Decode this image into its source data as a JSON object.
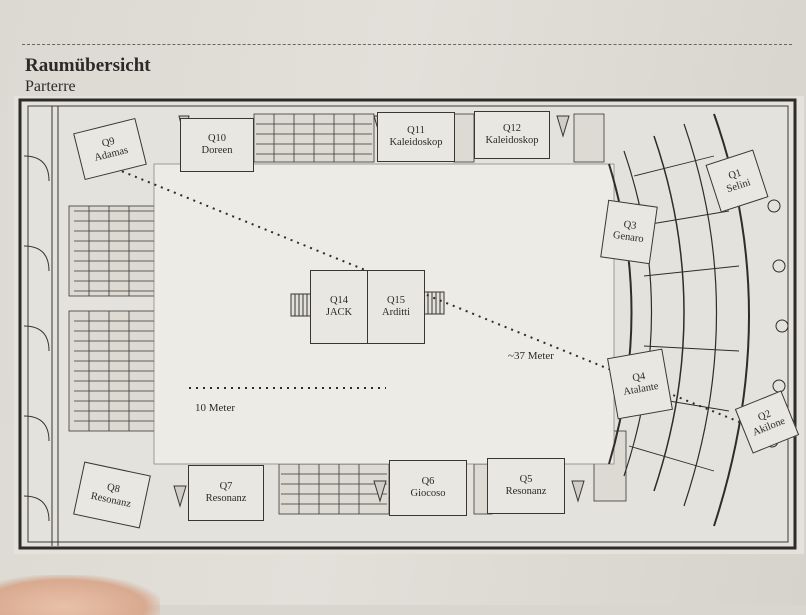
{
  "header": {
    "title": "Raumübersicht",
    "subtitle": "Parterre"
  },
  "rooms": {
    "q9": {
      "code": "Q9",
      "name": "Adamas"
    },
    "q10": {
      "code": "Q10",
      "name": "Doreen"
    },
    "q11": {
      "code": "Q11",
      "name": "Kaleidoskop"
    },
    "q12": {
      "code": "Q12",
      "name": "Kaleidoskop"
    },
    "q1": {
      "code": "Q1",
      "name": "Selini"
    },
    "q3": {
      "code": "Q3",
      "name": "Genaro"
    },
    "q14": {
      "code": "Q14",
      "name": "JACK"
    },
    "q15": {
      "code": "Q15",
      "name": "Arditti"
    },
    "q4": {
      "code": "Q4",
      "name": "Atalante"
    },
    "q2": {
      "code": "Q2",
      "name": "Akilone"
    },
    "q8": {
      "code": "Q8",
      "name": "Resonanz"
    },
    "q7": {
      "code": "Q7",
      "name": "Resonanz"
    },
    "q6": {
      "code": "Q6",
      "name": "Giocoso"
    },
    "q5": {
      "code": "Q5",
      "name": "Resonanz"
    }
  },
  "measurements": {
    "diagonal": "~37 Meter",
    "scale": "10 Meter"
  },
  "colors": {
    "paper": "#e3e0da",
    "ink": "#2c2a27",
    "floor": "#ecebe6"
  }
}
